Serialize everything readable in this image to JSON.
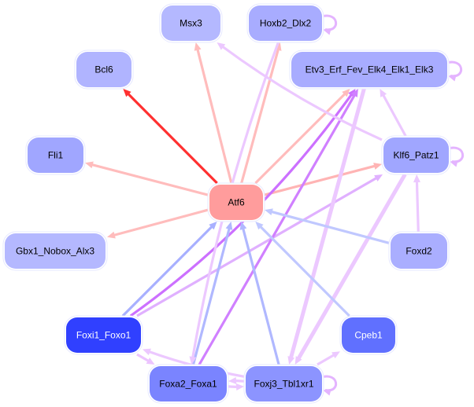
{
  "diagram": {
    "type": "directed-network",
    "nodes": [
      {
        "id": "Msx3",
        "label": "Msx3",
        "fill": "#b4b8ff",
        "text": "#000000"
      },
      {
        "id": "Hoxb2_Dlx2",
        "label": "Hoxb2_Dlx2",
        "fill": "#a8acff",
        "text": "#000000"
      },
      {
        "id": "Bcl6",
        "label": "Bcl6",
        "fill": "#b0b4ff",
        "text": "#000000"
      },
      {
        "id": "Etv3",
        "label": "Etv3_Erf_Fev_Elk4_Elk1_Elk3",
        "fill": "#a8acff",
        "text": "#000000"
      },
      {
        "id": "Fli1",
        "label": "Fli1",
        "fill": "#a0a6ff",
        "text": "#000000"
      },
      {
        "id": "Klf6_Patz1",
        "label": "Klf6_Patz1",
        "fill": "#a0a6ff",
        "text": "#000000"
      },
      {
        "id": "Atf6",
        "label": "Atf6",
        "fill": "#ff9c9c",
        "text": "#000000"
      },
      {
        "id": "Gbx1",
        "label": "Gbx1_Nobox_Alx3",
        "fill": "#b4b8ff",
        "text": "#000000"
      },
      {
        "id": "Foxd2",
        "label": "Foxd2",
        "fill": "#aaaeff",
        "text": "#000000"
      },
      {
        "id": "Foxi1_Foxo1",
        "label": "Foxi1_Foxo1",
        "fill": "#3040ff",
        "text": "#ffffff"
      },
      {
        "id": "Cpeb1",
        "label": "Cpeb1",
        "fill": "#6070ff",
        "text": "#ffffff"
      },
      {
        "id": "Foxa2_Foxa1",
        "label": "Foxa2_Foxa1",
        "fill": "#7a84ff",
        "text": "#000000"
      },
      {
        "id": "Foxj3_Tbl1xr1",
        "label": "Foxj3_Tbl1xr1",
        "fill": "#8c94ff",
        "text": "#000000"
      }
    ],
    "edges": [
      {
        "from": "Atf6",
        "to": "Bcl6",
        "color": "#ff3030"
      },
      {
        "from": "Atf6",
        "to": "Msx3",
        "color": "#ffbcbc"
      },
      {
        "from": "Atf6",
        "to": "Hoxb2_Dlx2",
        "color": "#ffbcbc"
      },
      {
        "from": "Atf6",
        "to": "Etv3",
        "color": "#ffbcbc"
      },
      {
        "from": "Atf6",
        "to": "Fli1",
        "color": "#ffbcbc"
      },
      {
        "from": "Atf6",
        "to": "Klf6_Patz1",
        "color": "#ffb4b4"
      },
      {
        "from": "Atf6",
        "to": "Gbx1",
        "color": "#ffbcbc"
      },
      {
        "from": "Foxi1_Foxo1",
        "to": "Etv3",
        "color": "#cc70ff"
      },
      {
        "from": "Foxi1_Foxo1",
        "to": "Atf6",
        "color": "#a8b0ff"
      },
      {
        "from": "Foxi1_Foxo1",
        "to": "Klf6_Patz1",
        "color": "#e0b0ff"
      },
      {
        "from": "Foxi1_Foxo1",
        "to": "Foxa2_Foxa1",
        "color": "#ecc4ff"
      },
      {
        "from": "Foxa2_Foxa1",
        "to": "Atf6",
        "color": "#b0b8ff"
      },
      {
        "from": "Foxa2_Foxa1",
        "to": "Etv3",
        "color": "#d080ff"
      },
      {
        "from": "Foxa2_Foxa1",
        "to": "Foxj3_Tbl1xr1",
        "color": "#ecc8ff"
      },
      {
        "from": "Foxj3_Tbl1xr1",
        "to": "Atf6",
        "color": "#b0b8ff"
      },
      {
        "from": "Foxj3_Tbl1xr1",
        "to": "Foxi1_Foxo1",
        "color": "#ecc8ff"
      },
      {
        "from": "Foxj3_Tbl1xr1",
        "to": "Foxa2_Foxa1",
        "color": "#ecc8ff"
      },
      {
        "from": "Foxj3_Tbl1xr1",
        "to": "Cpeb1",
        "color": "#ecc8ff"
      },
      {
        "from": "Etv3",
        "to": "Foxj3_Tbl1xr1",
        "color": "#ecc8ff"
      },
      {
        "from": "Klf6_Patz1",
        "to": "Foxj3_Tbl1xr1",
        "color": "#ecc8ff"
      },
      {
        "from": "Cpeb1",
        "to": "Atf6",
        "color": "#c0c8ff"
      },
      {
        "from": "Foxd2",
        "to": "Atf6",
        "color": "#c0c8ff"
      },
      {
        "from": "Foxd2",
        "to": "Klf6_Patz1",
        "color": "#ecc8ff"
      },
      {
        "from": "Klf6_Patz1",
        "to": "Etv3",
        "color": "#ecc8ff"
      },
      {
        "from": "Klf6_Patz1",
        "to": "Msx3",
        "color": "#ecc8ff"
      },
      {
        "from": "Hoxb2_Dlx2",
        "to": "Foxa2_Foxa1",
        "color": "#ecc8ff"
      },
      {
        "from": "Hoxb2_Dlx2",
        "to": "Hoxb2_Dlx2",
        "color": "#e4b4ff"
      },
      {
        "from": "Etv3",
        "to": "Etv3",
        "color": "#e4b4ff"
      },
      {
        "from": "Klf6_Patz1",
        "to": "Klf6_Patz1",
        "color": "#e4b4ff"
      },
      {
        "from": "Foxj3_Tbl1xr1",
        "to": "Foxj3_Tbl1xr1",
        "color": "#e4b4ff"
      }
    ]
  }
}
